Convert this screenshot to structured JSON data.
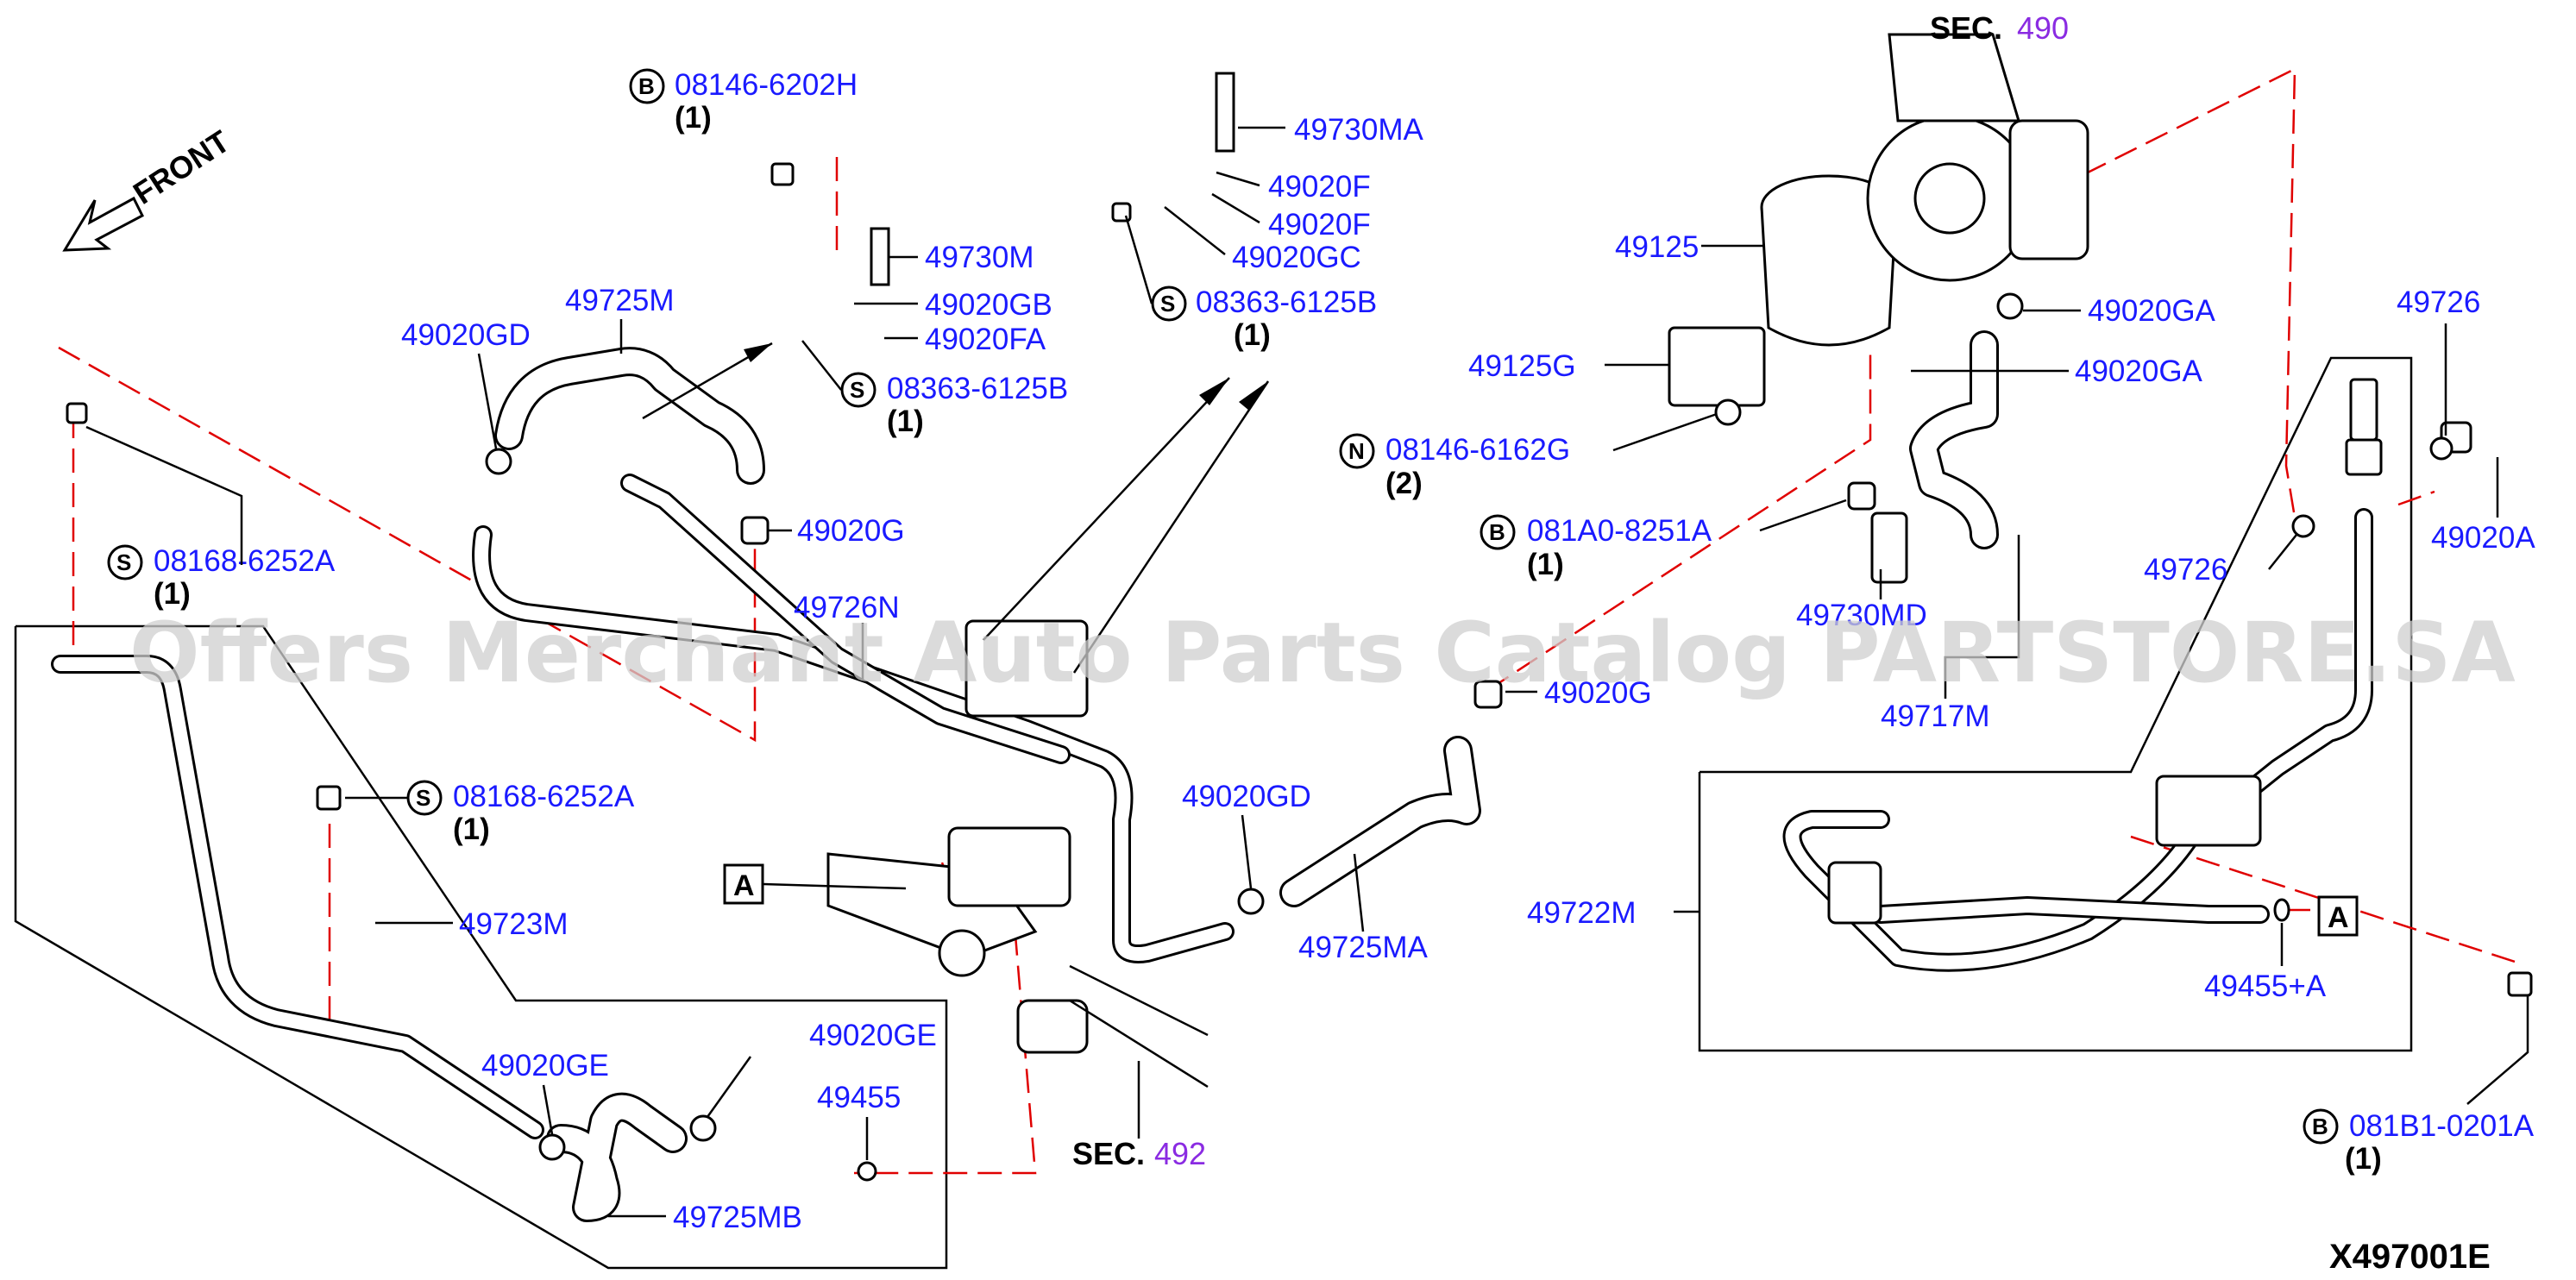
{
  "diagram": {
    "front_label": "FRONT",
    "sections": [
      {
        "prefix": "SEC.",
        "number": "490"
      },
      {
        "prefix": "SEC.",
        "number": "492"
      }
    ],
    "figure_code": "X497001E",
    "watermark": "Offers Merchant Auto Parts Catalog PARTSTORE.SA",
    "ref_letter": "A",
    "part_labels": {
      "p49730MA": "49730MA",
      "p49020F_1": "49020F",
      "p49020F_2": "49020F",
      "p49020GC": "49020GC",
      "p49730M": "49730M",
      "p49020GB": "49020GB",
      "p49020FA": "49020FA",
      "p49725M": "49725M",
      "p49020GD_1": "49020GD",
      "p49020G_1": "49020G",
      "p49726N": "49726N",
      "p49020GD_2": "49020GD",
      "p49725MA": "49725MA",
      "p49723M": "49723M",
      "p49020GE_1": "49020GE",
      "p49020GE_2": "49020GE",
      "p49455": "49455",
      "p49725MB": "49725MB",
      "p49125": "49125",
      "p49125G": "49125G",
      "p49020GA_1": "49020GA",
      "p49020GA_2": "49020GA",
      "p49730MD": "49730MD",
      "p49020G_2": "49020G",
      "p49717M": "49717M",
      "p49726_1": "49726",
      "p49726_2": "49726",
      "p49020A": "49020A",
      "p49722M": "49722M",
      "p49455A": "49455+A"
    },
    "fasteners": [
      {
        "key": "f1",
        "letter": "B",
        "code": "08146-6202H",
        "qty": "(1)"
      },
      {
        "key": "f2",
        "letter": "S",
        "code": "08363-6125B",
        "qty": "(1)"
      },
      {
        "key": "f3",
        "letter": "S",
        "code": "08363-6125B",
        "qty": "(1)"
      },
      {
        "key": "f4",
        "letter": "S",
        "code": "08168-6252A",
        "qty": "(1)"
      },
      {
        "key": "f5",
        "letter": "S",
        "code": "08168-6252A",
        "qty": "(1)"
      },
      {
        "key": "f6",
        "letter": "N",
        "code": "08146-6162G",
        "qty": "(2)"
      },
      {
        "key": "f7",
        "letter": "B",
        "code": "081A0-8251A",
        "qty": "(1)"
      },
      {
        "key": "f8",
        "letter": "B",
        "code": "081B1-0201A",
        "qty": "(1)"
      }
    ]
  }
}
